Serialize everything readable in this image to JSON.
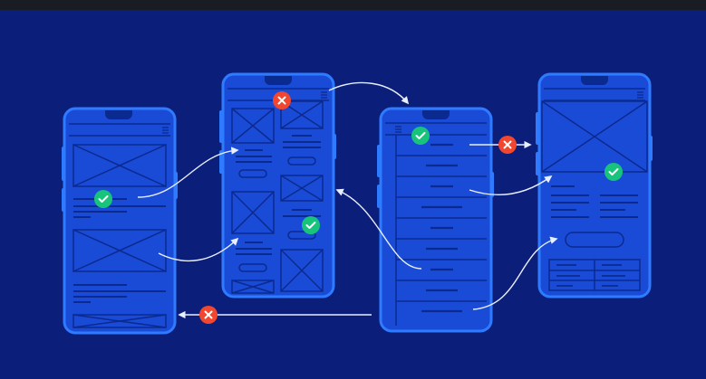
{
  "colors": {
    "background": "#0b1f7a",
    "top_bar": "#1a1c23",
    "phone_body": "#1a4bd6",
    "phone_border": "#2f7bff",
    "wire": "#0b2a8f",
    "arrow": "#e9efff",
    "check": "#18c47c",
    "cross": "#f2462e"
  },
  "screens": [
    {
      "id": "phone-1",
      "layout": "list-with-images"
    },
    {
      "id": "phone-2",
      "layout": "grid-cards"
    },
    {
      "id": "phone-3",
      "layout": "menu-list"
    },
    {
      "id": "phone-4",
      "layout": "detail-form-table"
    }
  ],
  "connections": [
    {
      "from": "phone-1",
      "to": "phone-2",
      "status": "valid",
      "icon": "check-icon"
    },
    {
      "from": "phone-1",
      "to": "phone-2",
      "status": "valid",
      "icon": "none"
    },
    {
      "from": "phone-2",
      "to": "phone-3",
      "status": "invalid",
      "icon": "cross-icon"
    },
    {
      "from": "phone-3",
      "to": "phone-2",
      "status": "valid",
      "icon": "check-icon"
    },
    {
      "from": "phone-3",
      "to": "phone-4",
      "status": "invalid",
      "icon": "cross-icon"
    },
    {
      "from": "phone-3",
      "to": "phone-4",
      "status": "valid",
      "icon": "check-icon"
    },
    {
      "from": "phone-3",
      "to": "phone-4",
      "status": "valid",
      "icon": "none"
    },
    {
      "from": "phone-3",
      "to": "phone-1",
      "status": "invalid",
      "icon": "cross-icon"
    }
  ]
}
